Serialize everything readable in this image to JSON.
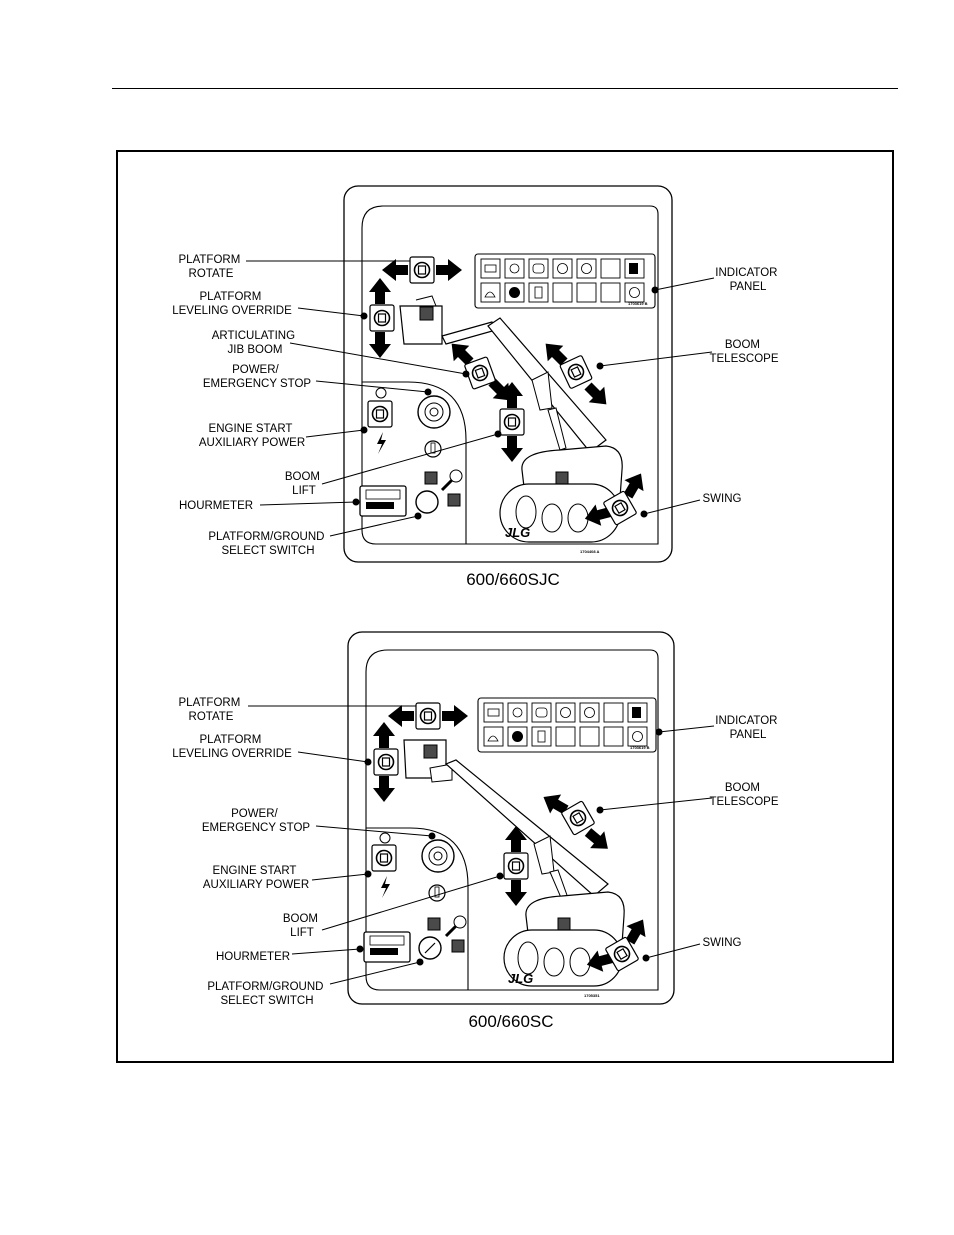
{
  "panels": [
    {
      "caption": "600/660SJC",
      "part_number": "1704408 A",
      "indicator_part_number": "1703619 B",
      "logo_text": "JLG",
      "labels": {
        "platform_rotate": [
          "PLATFORM",
          "ROTATE"
        ],
        "platform_leveling_override": [
          "PLATFORM",
          "LEVELING OVERRIDE"
        ],
        "articulating_jib_boom": [
          "ARTICULATING",
          "JIB BOOM"
        ],
        "power_emergency_stop": [
          "POWER/",
          "EMERGENCY STOP"
        ],
        "engine_start_auxiliary_power": [
          "ENGINE START",
          "AUXILIARY POWER"
        ],
        "boom_lift": [
          "BOOM",
          "LIFT"
        ],
        "hourmeter": [
          "HOURMETER"
        ],
        "platform_ground_select_switch": [
          "PLATFORM/GROUND",
          "SELECT SWITCH"
        ],
        "indicator_panel": [
          "INDICATOR",
          "PANEL"
        ],
        "boom_telescope": [
          "BOOM",
          "TELESCOPE"
        ],
        "swing": [
          "SWING"
        ]
      }
    },
    {
      "caption": "600/660SC",
      "part_number": "1705351",
      "indicator_part_number": "1703619 B",
      "logo_text": "JLG",
      "labels": {
        "platform_rotate": [
          "PLATFORM",
          "ROTATE"
        ],
        "platform_leveling_override": [
          "PLATFORM",
          "LEVELING OVERRIDE"
        ],
        "power_emergency_stop": [
          "POWER/",
          "EMERGENCY STOP"
        ],
        "engine_start_auxiliary_power": [
          "ENGINE START",
          "AUXILIARY POWER"
        ],
        "boom_lift": [
          "BOOM",
          "LIFT"
        ],
        "hourmeter": [
          "HOURMETER"
        ],
        "platform_ground_select_switch": [
          "PLATFORM/GROUND",
          "SELECT SWITCH"
        ],
        "indicator_panel": [
          "INDICATOR",
          "PANEL"
        ],
        "boom_telescope": [
          "BOOM",
          "TELESCOPE"
        ],
        "swing": [
          "SWING"
        ]
      }
    }
  ]
}
